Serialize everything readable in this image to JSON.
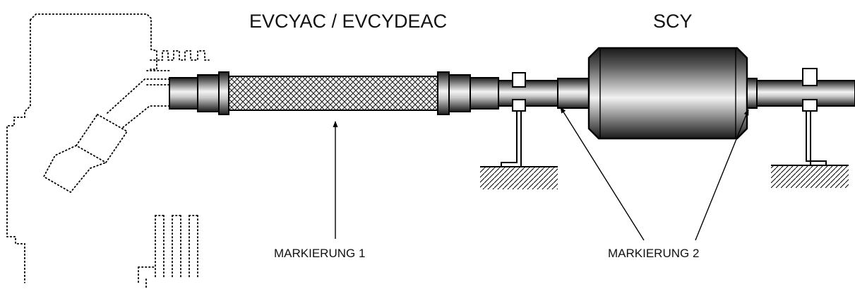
{
  "labels": {
    "hose_product": "EVCYAC / EVCYDEAC",
    "silencer_product": "SCY",
    "marking_1": "MARKIERUNG 1",
    "marking_2": "MARKIERUNG 2"
  },
  "colors": {
    "line": "#000000",
    "metal_dark": "#2a2a2a",
    "metal_light": "#e8e8e8",
    "background": "#ffffff"
  },
  "icons": [
    "engine-outline",
    "braided-hose",
    "silencer",
    "pipe-support-bracket",
    "ground-hatch",
    "pointer-arrow"
  ]
}
